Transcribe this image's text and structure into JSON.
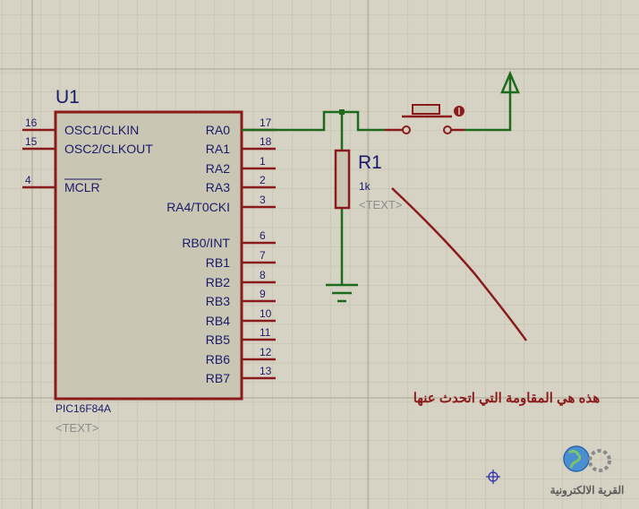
{
  "chip": {
    "ref": "U1",
    "part": "PIC16F84A",
    "text_placeholder": "<TEXT>",
    "left_pins": [
      {
        "num": "16",
        "name": "OSC1/CLKIN"
      },
      {
        "num": "15",
        "name": "OSC2/CLKOUT"
      },
      {
        "num": "4",
        "name": "MCLR"
      }
    ],
    "right_pins": [
      {
        "num": "17",
        "name": "RA0"
      },
      {
        "num": "18",
        "name": "RA1"
      },
      {
        "num": "1",
        "name": "RA2"
      },
      {
        "num": "2",
        "name": "RA3"
      },
      {
        "num": "3",
        "name": "RA4/T0CKI"
      },
      {
        "num": "6",
        "name": "RB0/INT"
      },
      {
        "num": "7",
        "name": "RB1"
      },
      {
        "num": "8",
        "name": "RB2"
      },
      {
        "num": "9",
        "name": "RB3"
      },
      {
        "num": "10",
        "name": "RB4"
      },
      {
        "num": "11",
        "name": "RB5"
      },
      {
        "num": "12",
        "name": "RB6"
      },
      {
        "num": "13",
        "name": "RB7"
      }
    ]
  },
  "resistor": {
    "ref": "R1",
    "value": "1k",
    "text_placeholder": "<TEXT>"
  },
  "annotation": "هذه هي المقاومة التي اتحدث عنها",
  "watermark": "القرية الالكترونية",
  "colors": {
    "background": "#d6d3c4",
    "grid": "#bfbcab",
    "component": "#8b1a1a",
    "chip_fill": "#c9c6b3",
    "wire": "#1e6b1e",
    "text": "#1a1a6b",
    "placeholder": "#8c8c8c",
    "crosshair": "#2a2aa8"
  }
}
